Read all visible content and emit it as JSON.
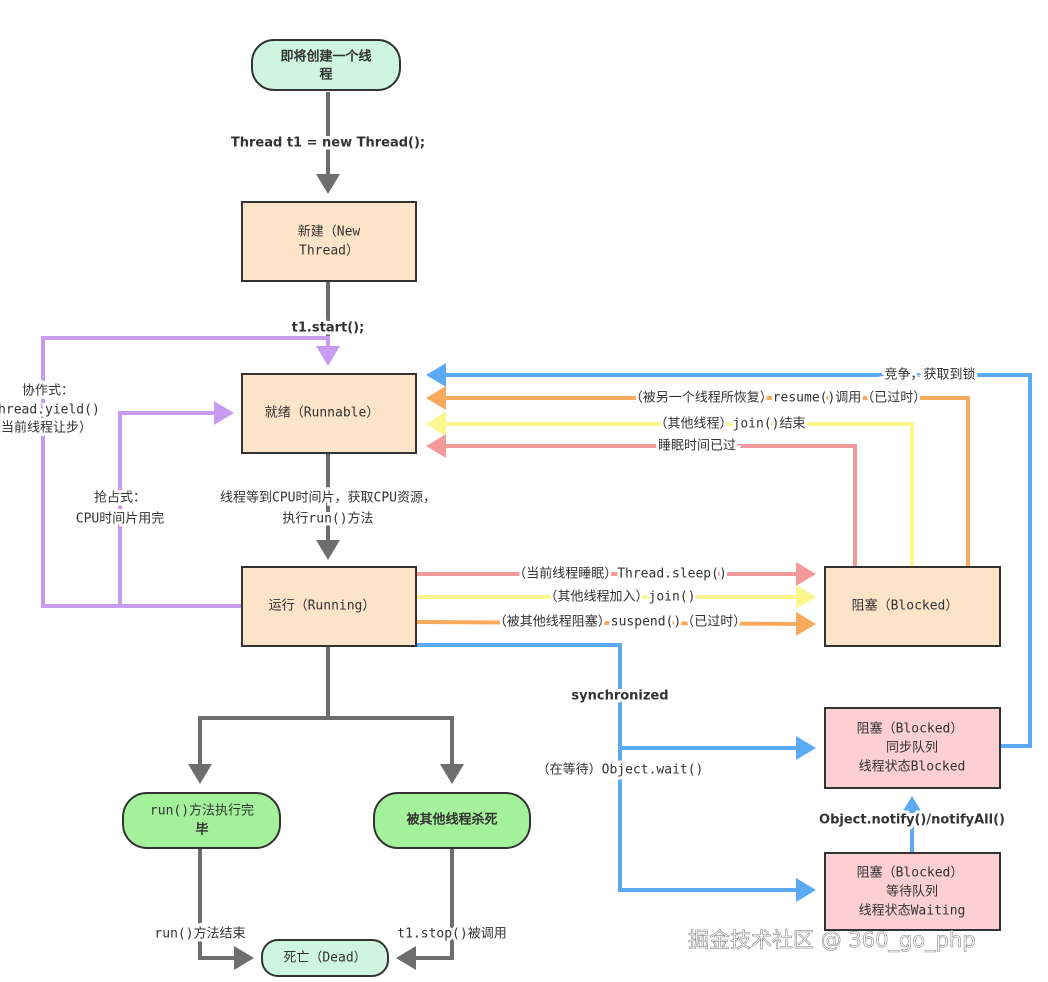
{
  "colors": {
    "gray": "#6e6e6e",
    "purple": "#c79bf2",
    "blue": "#5aaaf5",
    "orange": "#f7aa5c",
    "yellow": "#fbf78c",
    "red": "#f59a9a",
    "state_fill": "#fde3c8",
    "blocked_queue_fill": "#fccfd2",
    "start_fill": "#cdf5e0",
    "end_fill": "#a3f29b"
  },
  "nodes": {
    "start": [
      "即将创建一个线",
      "程"
    ],
    "new": [
      "新建（New",
      "Thread）"
    ],
    "runnable": "就绪（Runnable）",
    "running": "运行（Running）",
    "blocked": "阻塞（Blocked）",
    "sync_queue": [
      "阻塞（Blocked）",
      "同步队列",
      "线程状态Blocked"
    ],
    "wait_queue": [
      "阻塞（Blocked）",
      "等待队列",
      "线程状态Waiting"
    ],
    "run_done": [
      "run()方法执行完",
      "毕"
    ],
    "killed": "被其他线程杀死",
    "dead": "死亡（Dead）"
  },
  "edges": {
    "create": "Thread t1 = new Thread();",
    "start": "t1.start();",
    "cooperative": [
      "协作式：",
      "Thread.yield()",
      "（当前线程让步）"
    ],
    "preemptive": [
      "抢占式：",
      "CPU时间片用完"
    ],
    "get_cpu": [
      "线程等到CPU时间片，获取CPU资源，",
      "执行run()方法"
    ],
    "sleep": "（当前线程睡眠）Thread.sleep()",
    "join": "（其他线程加入）join()",
    "suspend": "（被其他线程阻塞）suspend()（已过时）",
    "compete": "竞争，获取到锁",
    "resume": "（被另一个线程所恢复）resume()调用（已过时）",
    "join_end": "（其他线程）join()结束",
    "sleep_over": "睡眠时间已过",
    "synchronized": "synchronized",
    "wait": "（在等待）Object.wait()",
    "notify": "Object.notify()/notifyAll()",
    "run_end": "run()方法结束",
    "stop": "t1.stop()被调用"
  },
  "watermark": "掘金技术社区 @ 360_go_php"
}
